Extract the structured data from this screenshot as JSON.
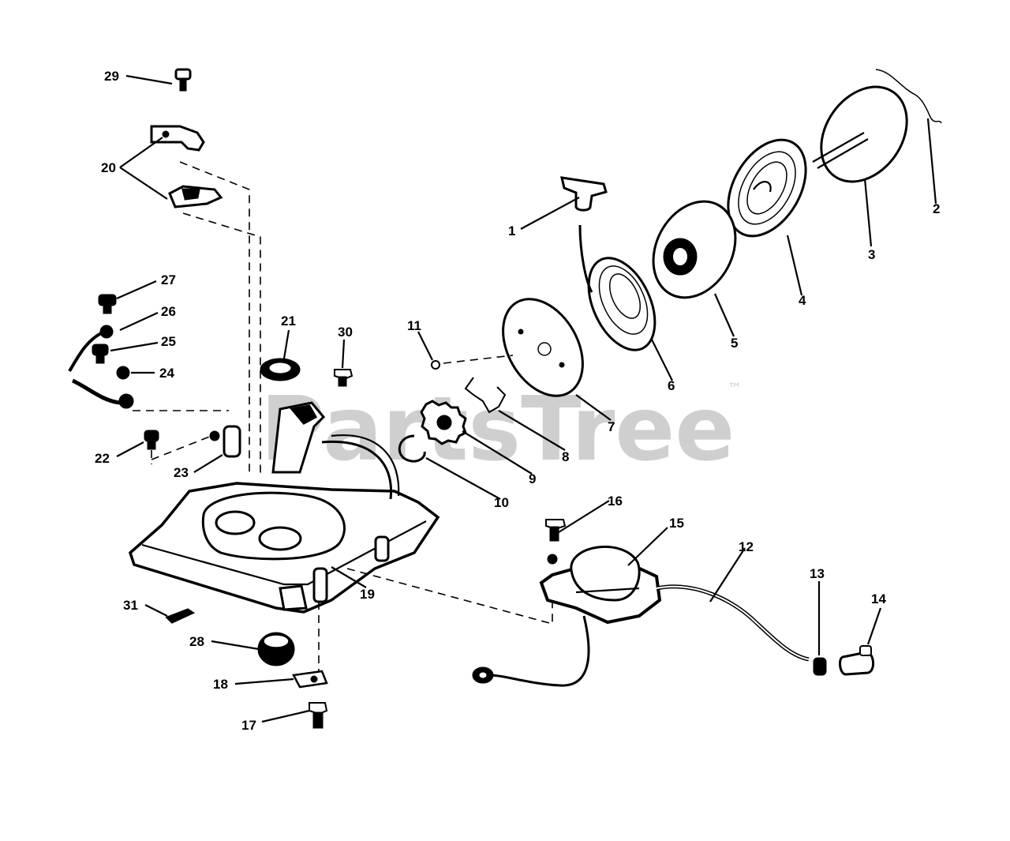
{
  "watermark": {
    "text": "PartsTree",
    "trademark": "™"
  },
  "callouts": {
    "c1": "1",
    "c2": "2",
    "c3": "3",
    "c4": "4",
    "c5": "5",
    "c6": "6",
    "c7": "7",
    "c8": "8",
    "c9": "9",
    "c10": "10",
    "c11": "11",
    "c12": "12",
    "c13": "13",
    "c14": "14",
    "c15": "15",
    "c16": "16",
    "c17": "17",
    "c18": "18",
    "c19": "19",
    "c20": "20",
    "c21": "21",
    "c22": "22",
    "c23": "23",
    "c24": "24",
    "c25": "25",
    "c26": "26",
    "c27": "27",
    "c28": "28",
    "c29": "29",
    "c30": "30",
    "c31": "31"
  }
}
